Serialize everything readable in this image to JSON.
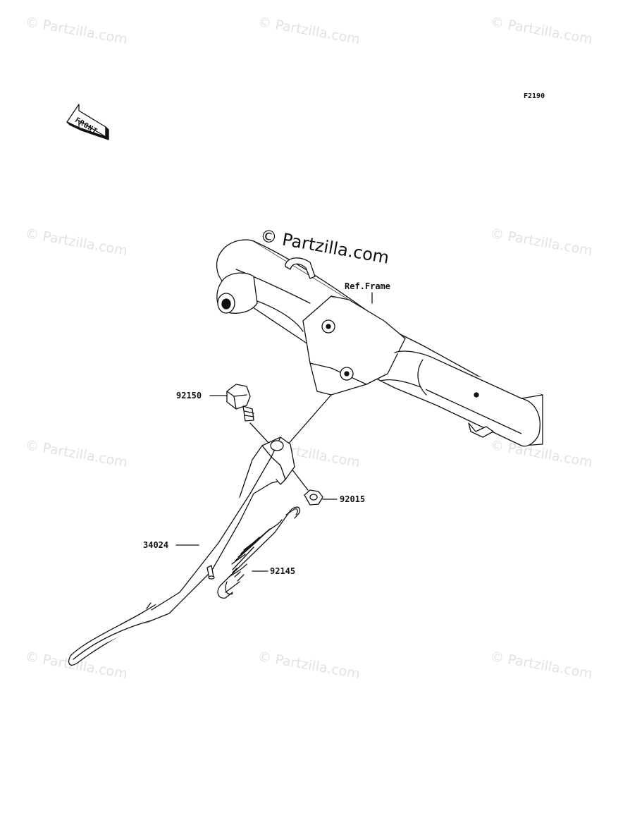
{
  "figure_code": "F2190",
  "front_label": "FRONT",
  "watermark": "© Partzilla.com",
  "center_watermark": "© Partzilla.com",
  "ref_label": "Ref.Frame",
  "callouts": {
    "c92150": "92150",
    "c92015": "92015",
    "c34024": "34024",
    "c92145": "92145"
  }
}
